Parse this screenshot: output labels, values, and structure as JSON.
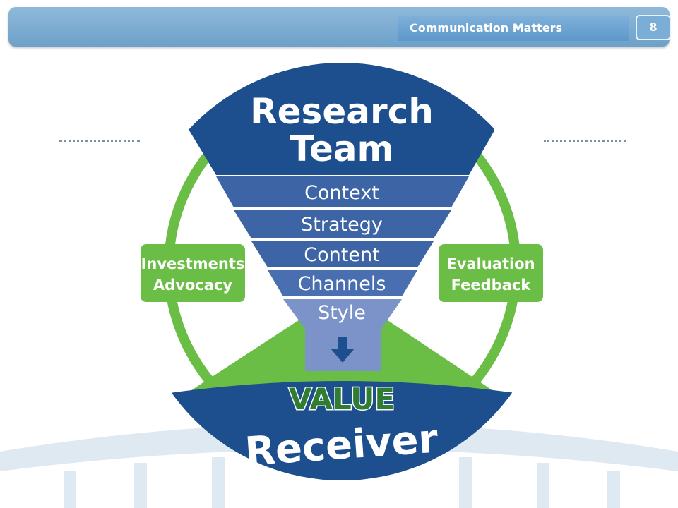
{
  "header": {
    "title": "Communication Matters",
    "page_number": "8"
  },
  "diagram": {
    "top_label_line1": "Research",
    "top_label_line2": "Team",
    "funnel_layers": [
      "Context",
      "Strategy",
      "Content",
      "Channels",
      "Style"
    ],
    "value_label": "VALUE",
    "bottom_label": "Receiver",
    "left_box_line1": "Investments",
    "left_box_line2": "Advocacy",
    "right_box_line1": "Evaluation",
    "right_box_line2": "Feedback"
  },
  "colors": {
    "dark_blue": "#1d4e8d",
    "funnel_blue": "#3d65a6",
    "style_blue": "#7c93c9",
    "green": "#6abd45",
    "dark_green": "#2e7d32",
    "header_blue": "#6ea1c9"
  }
}
